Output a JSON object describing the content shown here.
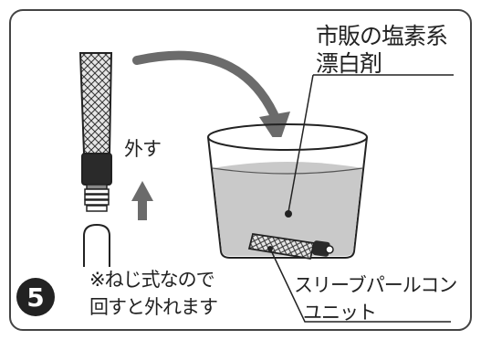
{
  "step": {
    "number": "5"
  },
  "labels": {
    "bleach_line1": "市販の塩素系",
    "bleach_line2": "漂白剤",
    "remove": "外す",
    "note_line1": "※ねじ式なので",
    "note_line2": "回すと外れます",
    "unit_line1": "スリーブパールコン",
    "unit_line2": "ユニット"
  },
  "colors": {
    "frame": "#444444",
    "ink": "#222222",
    "arrow": "#6b6b6b",
    "liquid": "#c9c9c9",
    "mesh_fill": "#e6e6e6"
  }
}
